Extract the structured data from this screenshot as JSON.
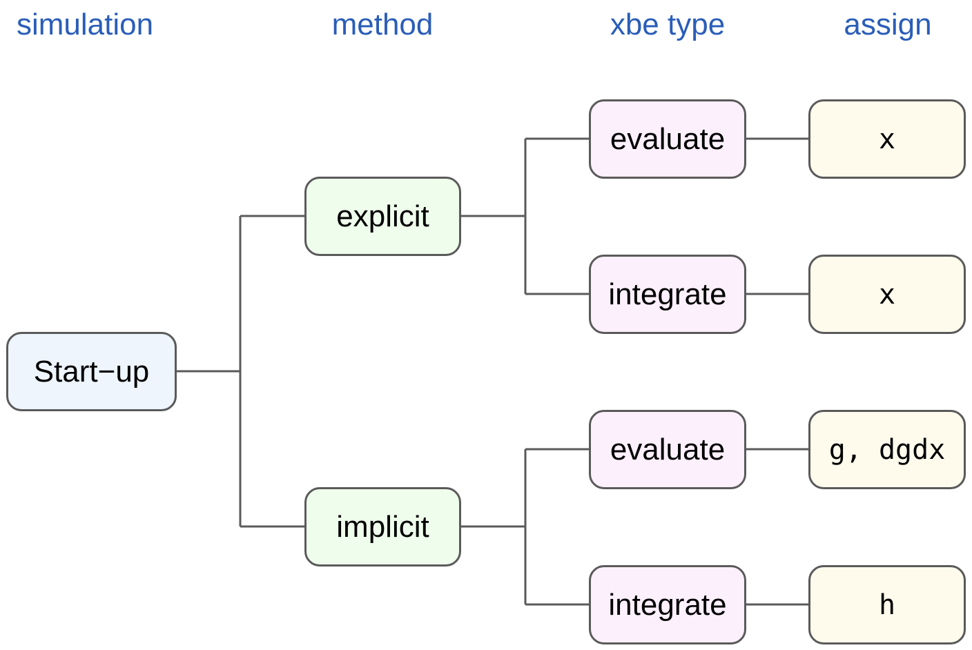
{
  "headers": {
    "simulation": "simulation",
    "method": "method",
    "xbe_type": "xbe type",
    "assign": "assign"
  },
  "nodes": {
    "startup": "Start−up",
    "explicit": "explicit",
    "implicit": "implicit",
    "explicit_evaluate": "evaluate",
    "explicit_integrate": "integrate",
    "implicit_evaluate": "evaluate",
    "implicit_integrate": "integrate",
    "assign_explicit_evaluate": "x",
    "assign_explicit_integrate": "x",
    "assign_implicit_evaluate": "g, dgdx",
    "assign_implicit_integrate": "h"
  },
  "colors": {
    "header_text": "#2a5db8",
    "border": "#5a5a5a",
    "simulation_fill": "#eef5fd",
    "method_fill": "#effdec",
    "xbe_type_fill": "#fdf0fd",
    "assign_fill": "#fefbed"
  }
}
